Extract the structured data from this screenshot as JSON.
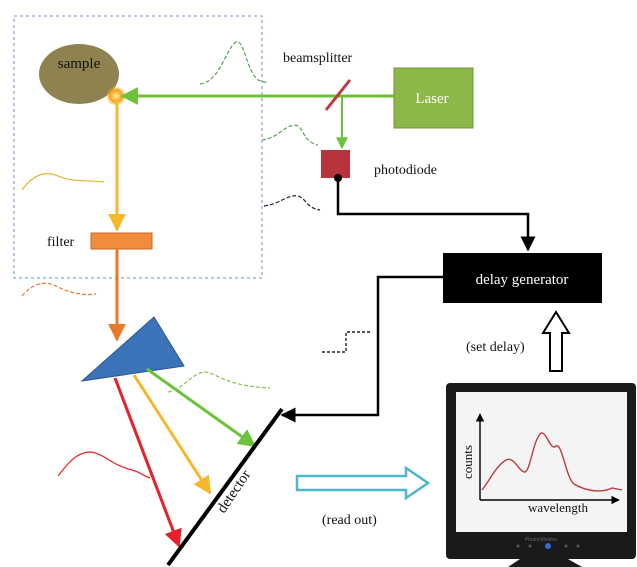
{
  "labels": {
    "sample": "sample",
    "laser": "Laser",
    "beamsplitter": "beamsplitter",
    "photodiode": "photodiode",
    "filter": "filter",
    "delay_generator": "delay generator",
    "set_delay": "(set delay)",
    "detector": "detector",
    "read_out": "(read out)",
    "counts": "counts",
    "wavelength": "wavelength",
    "monitor_brand": "PhotonMonitor"
  },
  "colors": {
    "green_beam": "#6cc23a",
    "orange_beam": "#f6b82b",
    "dark_orange_beam": "#e8782a",
    "red_beam": "#e8202a",
    "laser_box": "#8cb84a",
    "sample": "#8e8350",
    "prism": "#3b73b8",
    "photodiode": "#b8343c",
    "filter": "#f08c3c",
    "readout_arrow": "#4fb6d0",
    "spectrum_line": "#c0393b"
  }
}
